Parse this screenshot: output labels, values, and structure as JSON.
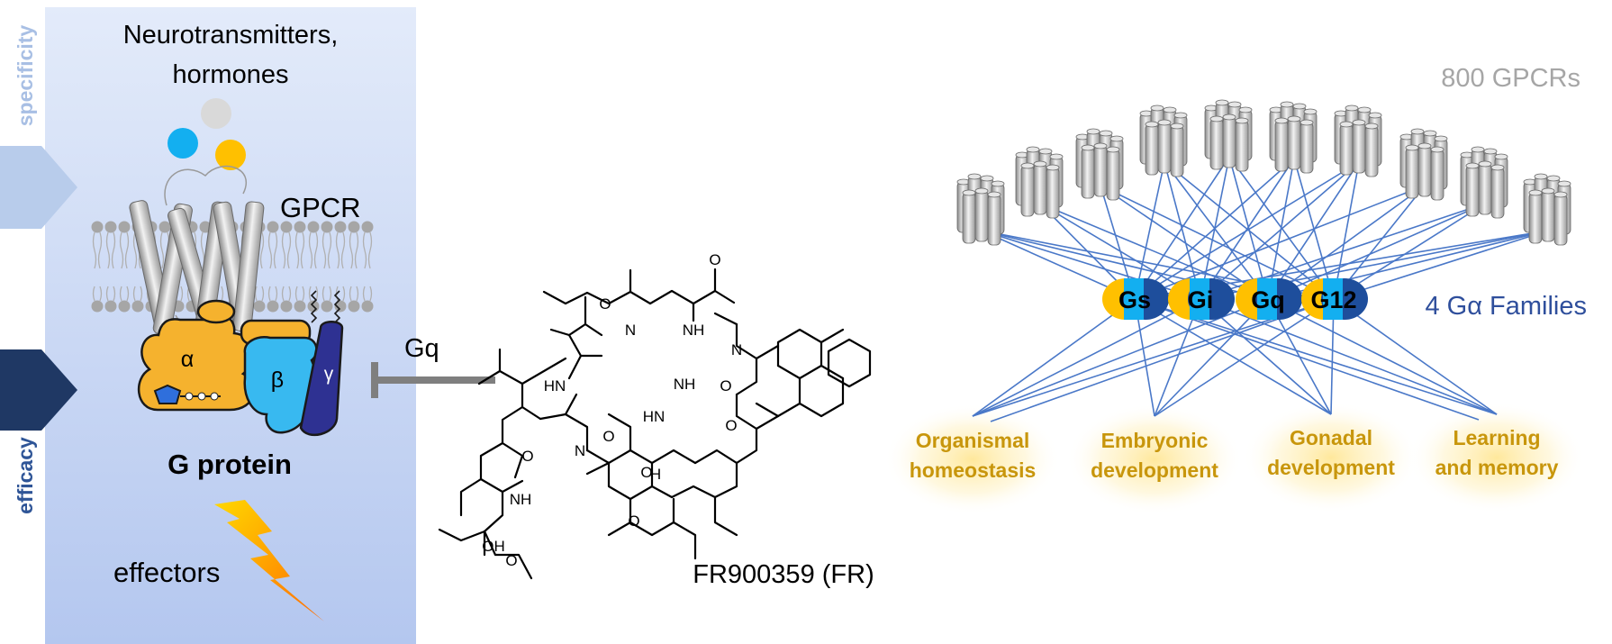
{
  "left_panel": {
    "ligand_title_line1": "Neurotransmitters,",
    "ligand_title_line2": "hormones",
    "gpcr_label": "GPCR",
    "alpha_label": "α",
    "beta_label": "β",
    "gamma_label": "γ",
    "g_protein_label": "G protein",
    "effectors_label": "effectors",
    "specificity_label": "specificity",
    "efficacy_label": "efficacy"
  },
  "inhibitor": {
    "target_label": "Gq",
    "compound_name": "FR900359 (FR)",
    "atoms": {
      "o": "O",
      "n": "N",
      "nh": "NH",
      "hn": "HN",
      "oh": "OH",
      "h": "H",
      "h_stereo": "H",
      "o_methoxy": "O"
    }
  },
  "network": {
    "receptors_label": "800 GPCRs",
    "families_label": "4 Gα Families",
    "families": [
      "Gs",
      "Gi",
      "Gq",
      "G12"
    ],
    "functions": [
      {
        "line1": "Organismal",
        "line2": "homeostasis"
      },
      {
        "line1": "Embryonic",
        "line2": "development"
      },
      {
        "line1": "Gonadal",
        "line2": "development"
      },
      {
        "line1": "Learning",
        "line2": "and memory"
      }
    ],
    "colors": {
      "line": "#4a78c8",
      "family_text": "#2f4f9c",
      "function_text": "#c8960c",
      "gpcr_text": "#a6a6a6"
    }
  }
}
